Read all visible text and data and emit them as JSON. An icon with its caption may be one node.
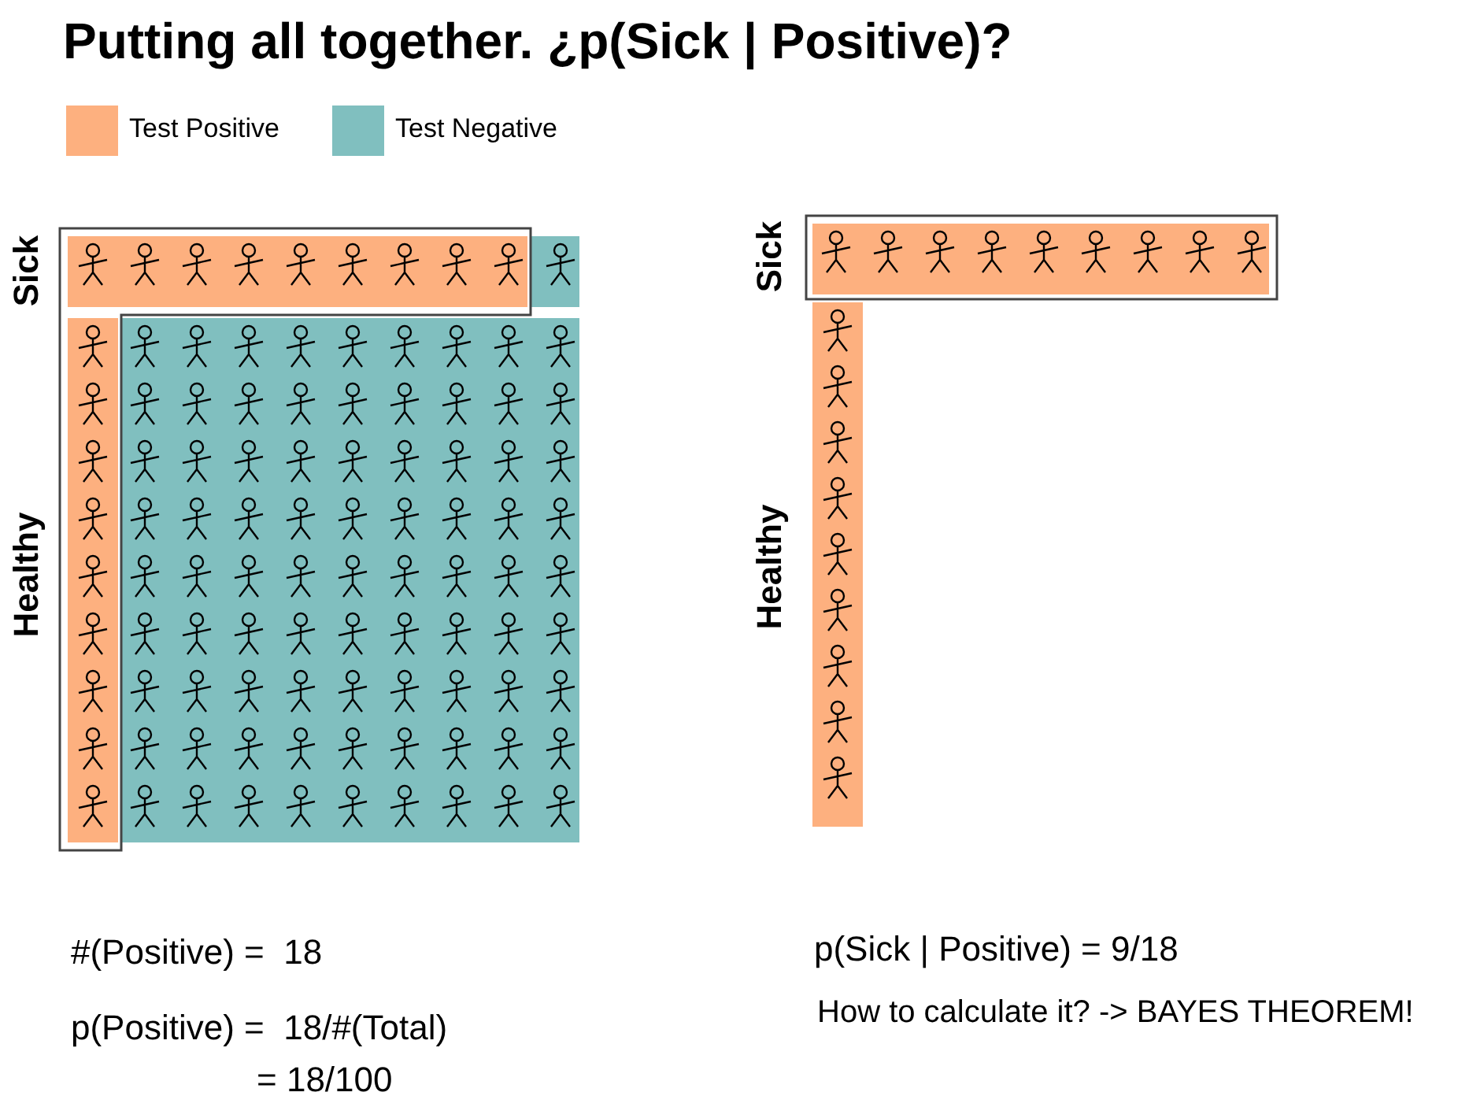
{
  "diagram": {
    "title": "Putting all together. ¿p(Sick | Positive)?",
    "labels": [
      "Sick",
      "Healthy",
      "Sick",
      "Healthy",
      "#(Positive) =  18",
      "p(Positive) =  18/#(Total)",
      "= 18/100",
      "p(Sick | Positive) = 9/18",
      "How to calculate it? -> BAYES THEOREM!"
    ],
    "legend": [
      {
        "text": "Test Positive",
        "color": "#fdb07f"
      },
      {
        "text": "Test Negative",
        "color": "#80bfbf"
      }
    ]
  }
}
